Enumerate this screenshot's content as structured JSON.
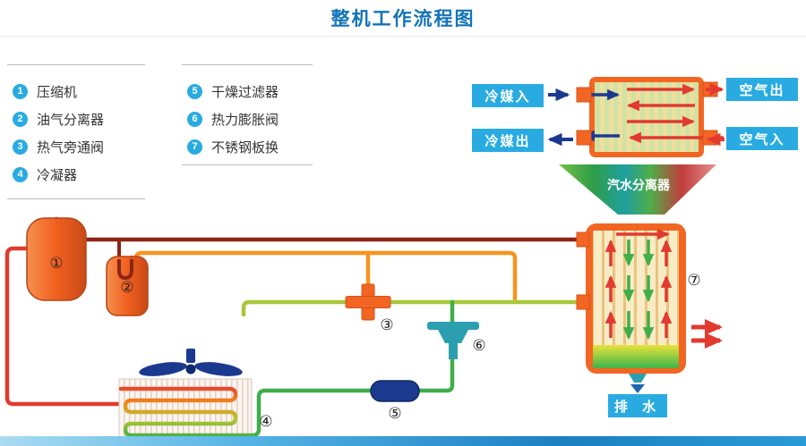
{
  "title": "整机工作流程图",
  "legend": {
    "column1": [
      {
        "num": "1",
        "label": "压缩机"
      },
      {
        "num": "2",
        "label": "油气分离器"
      },
      {
        "num": "3",
        "label": "热气旁通阀"
      },
      {
        "num": "4",
        "label": "冷凝器"
      }
    ],
    "column2": [
      {
        "num": "5",
        "label": "干燥过滤器"
      },
      {
        "num": "6",
        "label": "热力膨胀阀"
      },
      {
        "num": "7",
        "label": "不锈钢板换"
      }
    ]
  },
  "flow_labels": {
    "refrigerant_in": "冷媒入",
    "refrigerant_out": "冷媒出",
    "air_out": "空气出",
    "air_in": "空气入",
    "separator": "汽水分离器",
    "drain": "排 水"
  },
  "component_markers": {
    "compressor": "①",
    "oil_separator": "②",
    "bypass_valve": "③",
    "condenser": "④",
    "filter": "⑤",
    "expansion_valve": "⑥",
    "plate_exchanger": "⑦"
  },
  "colors": {
    "title_blue": "#1273b8",
    "accent_blue": "#29abe2",
    "orange": "#f26522",
    "pipe_orange": "#f7941d",
    "red": "#e23a2e",
    "maroon": "#8d2516",
    "green": "#3fae49",
    "yellow_green": "#a8c83a",
    "navy": "#1b3a8f",
    "teal": "#2b9fb0"
  }
}
